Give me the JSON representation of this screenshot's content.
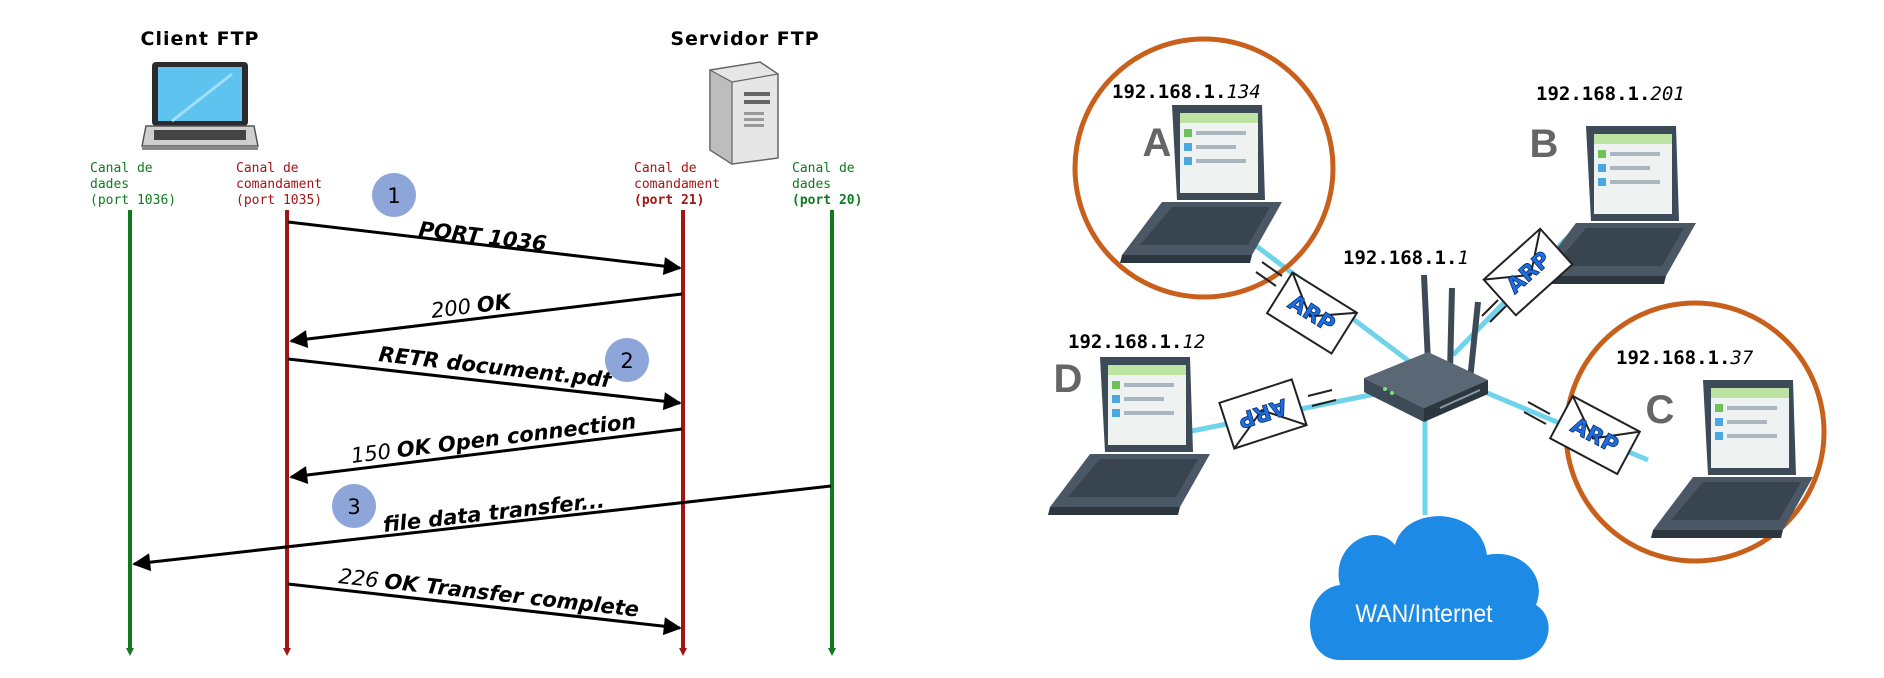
{
  "ftp": {
    "client_title": "Client FTP",
    "server_title": "Servidor FTP",
    "lanes": [
      {
        "line1": "Canal de",
        "line2": "dades",
        "line3": "(port 1036)",
        "color": "#117a1f",
        "bold3": false
      },
      {
        "line1": "Canal de",
        "line2": "comandament",
        "line3": "(port 1035)",
        "color": "#a31515",
        "bold3": false
      },
      {
        "line1": "Canal de",
        "line2": "comandament",
        "line3": "(port 21)",
        "color": "#a31515",
        "bold3": true
      },
      {
        "line1": "Canal de",
        "line2": "dades",
        "line3": "(port 20)",
        "color": "#117a1f",
        "bold3": true
      }
    ],
    "messages": [
      {
        "text": "PORT 1036"
      },
      {
        "num": "200",
        "text": "OK"
      },
      {
        "text": "RETR document.pdf"
      },
      {
        "num": "150",
        "text": "OK Open connection"
      },
      {
        "text": "file data transfer..."
      },
      {
        "num": "226",
        "text": "OK Transfer complete"
      }
    ],
    "steps": [
      "1",
      "2",
      "3"
    ],
    "colors": {
      "data": "#117a1f",
      "command": "#a31515",
      "step": "#8ea5da"
    }
  },
  "network": {
    "router_ip": {
      "prefix": "192.168.1.",
      "suffix": "1"
    },
    "hosts": [
      {
        "letter": "A",
        "prefix": "192.168.1.",
        "suffix": "134",
        "highlighted": true
      },
      {
        "letter": "B",
        "prefix": "192.168.1.",
        "suffix": "201",
        "highlighted": false
      },
      {
        "letter": "C",
        "prefix": "192.168.1.",
        "suffix": "37",
        "highlighted": true
      },
      {
        "letter": "D",
        "prefix": "192.168.1.",
        "suffix": "12",
        "highlighted": false
      }
    ],
    "arp_label": "ARP",
    "cloud_label": "WAN/Internet",
    "colors": {
      "link": "#6fd3ec",
      "highlight": "#c8601c",
      "cloud": "#1d8ae6",
      "laptop": "#3d4a57"
    }
  }
}
